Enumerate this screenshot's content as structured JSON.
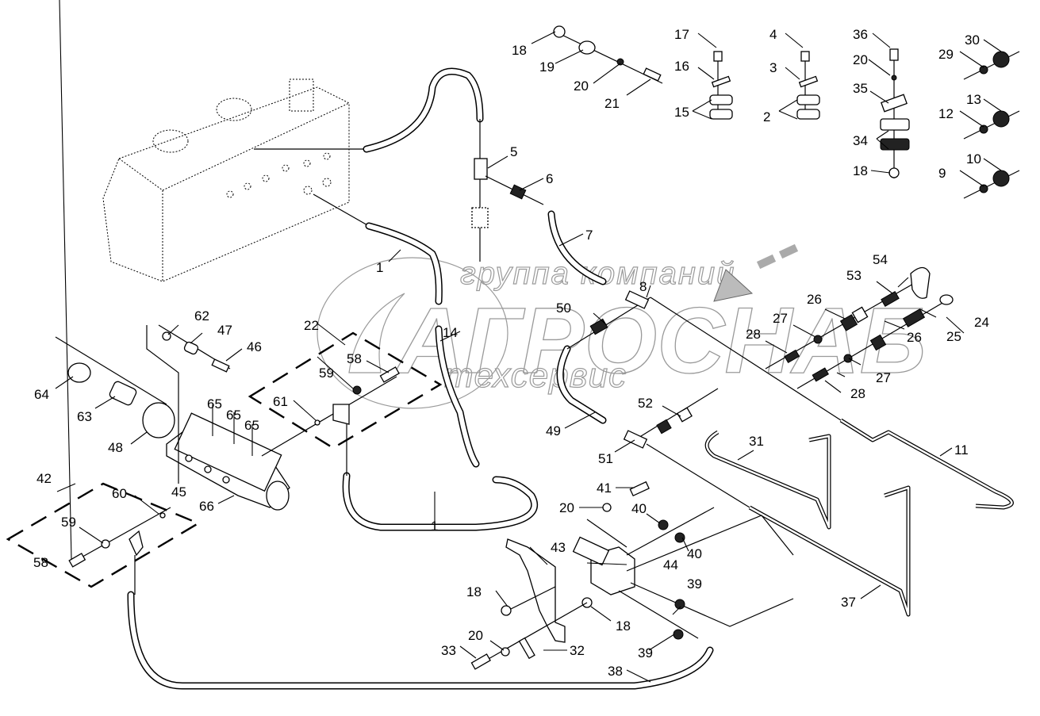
{
  "diagram": {
    "type": "exploded-parts-diagram",
    "subject": "Hydraulic system: tank, triple gear pump, hoses, tubes, fittings and clamps",
    "colors": {
      "line": "#000000",
      "watermark": "#9a9a9a",
      "background": "#ffffff"
    }
  },
  "watermark": {
    "line1": "группа компаний",
    "line2": "АГРОСНАБ",
    "line3": "техсервис"
  },
  "callouts": [
    {
      "id": "c1a",
      "label": "1"
    },
    {
      "id": "c1b",
      "label": "1"
    },
    {
      "id": "c2",
      "label": "2"
    },
    {
      "id": "c3",
      "label": "3"
    },
    {
      "id": "c4",
      "label": "4"
    },
    {
      "id": "c5",
      "label": "5"
    },
    {
      "id": "c6",
      "label": "6"
    },
    {
      "id": "c7",
      "label": "7"
    },
    {
      "id": "c8",
      "label": "8"
    },
    {
      "id": "c9",
      "label": "9"
    },
    {
      "id": "c10",
      "label": "10"
    },
    {
      "id": "c11",
      "label": "11"
    },
    {
      "id": "c12",
      "label": "12"
    },
    {
      "id": "c13",
      "label": "13"
    },
    {
      "id": "c14",
      "label": "14"
    },
    {
      "id": "c15",
      "label": "15"
    },
    {
      "id": "c16",
      "label": "16"
    },
    {
      "id": "c17",
      "label": "17"
    },
    {
      "id": "c18a",
      "label": "18"
    },
    {
      "id": "c18b",
      "label": "18"
    },
    {
      "id": "c18c",
      "label": "18"
    },
    {
      "id": "c18d",
      "label": "18"
    },
    {
      "id": "c19",
      "label": "19"
    },
    {
      "id": "c20a",
      "label": "20"
    },
    {
      "id": "c20b",
      "label": "20"
    },
    {
      "id": "c20c",
      "label": "20"
    },
    {
      "id": "c20d",
      "label": "20"
    },
    {
      "id": "c21",
      "label": "21"
    },
    {
      "id": "c22",
      "label": "22"
    },
    {
      "id": "c24",
      "label": "24"
    },
    {
      "id": "c25",
      "label": "25"
    },
    {
      "id": "c26a",
      "label": "26"
    },
    {
      "id": "c26b",
      "label": "26"
    },
    {
      "id": "c27a",
      "label": "27"
    },
    {
      "id": "c27b",
      "label": "27"
    },
    {
      "id": "c28a",
      "label": "28"
    },
    {
      "id": "c28b",
      "label": "28"
    },
    {
      "id": "c29",
      "label": "29"
    },
    {
      "id": "c30",
      "label": "30"
    },
    {
      "id": "c31",
      "label": "31"
    },
    {
      "id": "c32",
      "label": "32"
    },
    {
      "id": "c33",
      "label": "33"
    },
    {
      "id": "c34",
      "label": "34"
    },
    {
      "id": "c35",
      "label": "35"
    },
    {
      "id": "c36",
      "label": "36"
    },
    {
      "id": "c37",
      "label": "37"
    },
    {
      "id": "c38",
      "label": "38"
    },
    {
      "id": "c39a",
      "label": "39"
    },
    {
      "id": "c39b",
      "label": "39"
    },
    {
      "id": "c40a",
      "label": "40"
    },
    {
      "id": "c40b",
      "label": "40"
    },
    {
      "id": "c41",
      "label": "41"
    },
    {
      "id": "c42",
      "label": "42"
    },
    {
      "id": "c43",
      "label": "43"
    },
    {
      "id": "c44",
      "label": "44"
    },
    {
      "id": "c45",
      "label": "45"
    },
    {
      "id": "c46",
      "label": "46"
    },
    {
      "id": "c47",
      "label": "47"
    },
    {
      "id": "c48",
      "label": "48"
    },
    {
      "id": "c49",
      "label": "49"
    },
    {
      "id": "c50",
      "label": "50"
    },
    {
      "id": "c51",
      "label": "51"
    },
    {
      "id": "c52",
      "label": "52"
    },
    {
      "id": "c53",
      "label": "53"
    },
    {
      "id": "c54",
      "label": "54"
    },
    {
      "id": "c58a",
      "label": "58"
    },
    {
      "id": "c58b",
      "label": "58"
    },
    {
      "id": "c59a",
      "label": "59"
    },
    {
      "id": "c59b",
      "label": "59"
    },
    {
      "id": "c60",
      "label": "60"
    },
    {
      "id": "c61",
      "label": "61"
    },
    {
      "id": "c62",
      "label": "62"
    },
    {
      "id": "c63",
      "label": "63"
    },
    {
      "id": "c64",
      "label": "64"
    },
    {
      "id": "c65a",
      "label": "65"
    },
    {
      "id": "c65b",
      "label": "65"
    },
    {
      "id": "c65c",
      "label": "65"
    },
    {
      "id": "c66",
      "label": "66"
    }
  ]
}
